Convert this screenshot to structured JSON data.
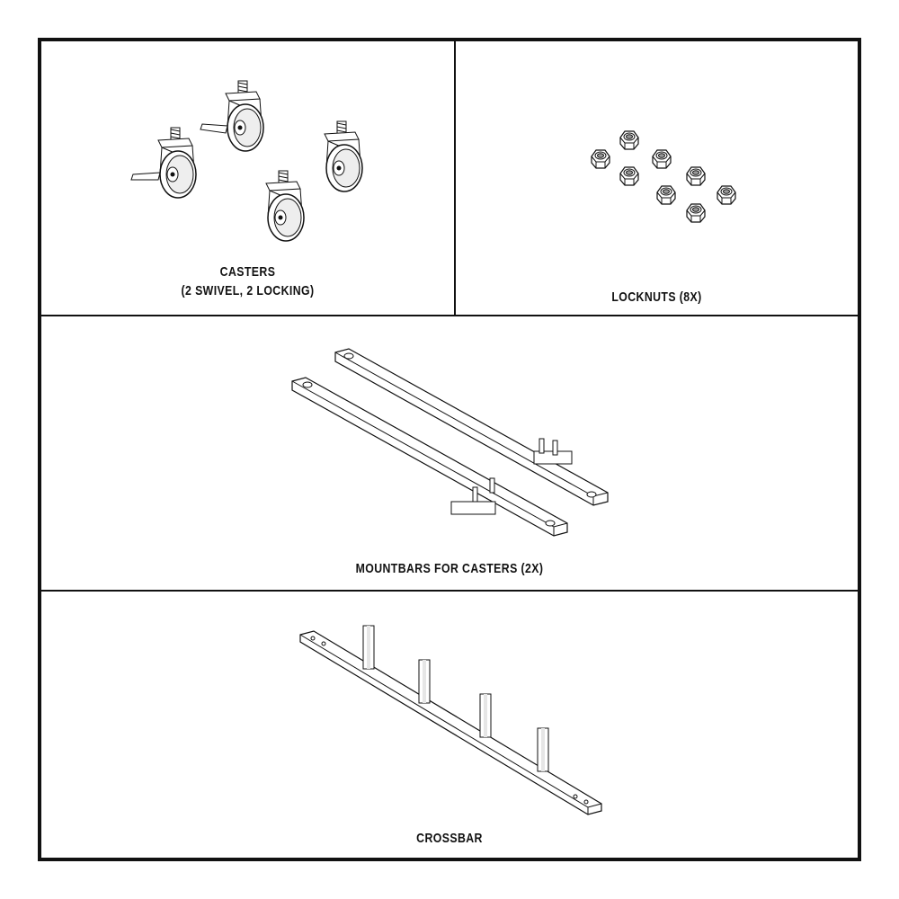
{
  "panels": {
    "casters": {
      "title": "CASTERS",
      "subtitle": "(2 SWIVEL, 2 LOCKING)"
    },
    "locknuts": {
      "title": "LOCKNUTS (8X)"
    },
    "mountbars": {
      "title": "MOUNTBARS FOR CASTERS (2X)"
    },
    "crossbar": {
      "title": "CROSSBAR"
    }
  },
  "colors": {
    "ink": "#111111",
    "background": "#ffffff",
    "shade": "#d9d9d9"
  },
  "icons": [
    "caster-wheel-icon",
    "locknut-icon",
    "mountbar-icon",
    "crossbar-icon"
  ]
}
